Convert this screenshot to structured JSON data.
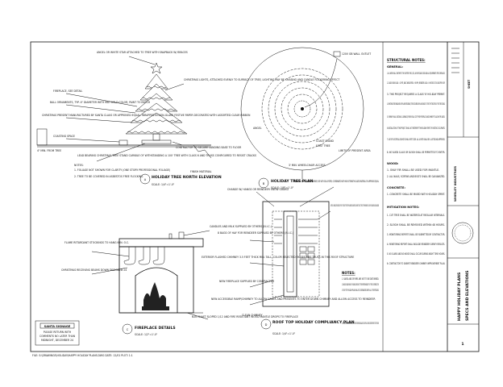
{
  "tree_callouts": [
    "ANGEL OR WHITE STAR ATTACHED TO TREE WITH SNAPBACK W/ BRACES",
    "CHRISTMAS LIGHTS, ATTACHED EVENLY TO SURFACE OF TREE, LIGHTING MAY BE CHASING AND CANDLE FLICKERING EFFECT",
    "FIREPLACE, SEE DETAIL",
    "BALL ORNAMENTS, TYP. 4\" DIAMETER WITH MAT GOLD COLOR, PAINT TO MATCH",
    "CHRISTMAS PRESENT MANUFACTURED BY SANTA CLAUS OR APPROVED EQUAL. WRAPPED IN NON-GLARE FESTIVE PAPER DECORATED WITH ASSORTED CLEAR RIBBON",
    "COASTING SPACE",
    "4\" MIN. FROM TREE",
    "CONTRACTOR TO SECURE LANDING BASE TO FLOOR",
    "LEAD BEARING CHRISTMAS TREE STAND CAPABLE OF WITHSTANDING A 100' TREE WITH CLASS 6 AND TRUSS CONFIGURED TO RESIST CRACKS",
    "FINISH MATERIAL",
    "NOTES:",
    "1. FOLIAGE NOT SHOWN FOR CLARITY (ONE STORY PROFESSIONAL FOLIAGE)",
    "2. TREE TO BE COVERED IN ASBESTOS FREE FLOCKING"
  ],
  "tree_elevation": {
    "num": "A",
    "title": "HOLIDAY TREE NORTH ELEVATION",
    "scale": "SCALE: 1/4\"=1'-0\""
  },
  "plan_callouts": [
    "120V GB WALL OUTLET",
    "ANGEL",
    "COAST STAND",
    "FIRST TREE",
    "LIMITS OF PRESENT AREA",
    "3' MIN. WHEELCHAIR ACCESS"
  ],
  "tree_plan": {
    "num": "B",
    "title": "HOLIDAY TREE PLAN",
    "scale": "SCALE: 1/8\"=1'-0\""
  },
  "fireplace_callouts": [
    "FLAME RETARDANT STOCKINGS TO HANG 6 IN. O.C.",
    "CANDLES AND MILK SUPPLIED BY OTHERS (N.I.C.)",
    "CHRISTMAS RECEIVING BEAMS DOWN DESIGNED 24"
  ],
  "fireplace_detail": {
    "num": "C",
    "title": "FIREPLACE DETAILS",
    "scale": "SCALE: 1/2\"=1'-0\""
  },
  "fireplace_note": "N2N SHAFT SLOPED 1/12 AND FIRE RESISTANT WOOD MANTLE DROPS TO FIREPLACE",
  "chimney_callouts": [
    "PRIMARY SLEIGH CONTAINMENT BARRIER, SEE WITH SEAL SYSTEM, COORDINATED WITH HIGH STRENGTH GLAZED MATERIAL OR APPROVED EQUAL",
    "CHANGE W/ HANGS OR REINDEER SNOW GUARD",
    "LIMITS OF LANDING ZONE MIDDLE OF ROOF TO BE LEFT FREE WITH FLASHING TAN AND METAL ALPINE TILES OF TAPE AT THEM MARKINGS. FOLLOW FOR LANDING AND UNLOADING",
    "8 BAGS OF HAY FOR REINDEER SUPPLIED BY OTHERS (N.I.C.)",
    "EXTERIOR FLASHED CHIMNEY 3.5 FEET THICK MIN. TALL, COLOR SELECTED BY. SEE FIRE TRUSS IN THIS ROOF STRUCTURE",
    "NEW FIREPLACE SUPPLIED BY CONTRACTOR",
    "NEW ACCESSIBLE RAMP/CHIMNEY TO ALLOW SANTA AND PRESENTS TO ENTER DOWN CHIMNEY AND ALLOW ACCESS TO REINDEER",
    "CLEAN CHIMNEY"
  ],
  "roof_plan": {
    "num": "D",
    "title": "ROOF TOP HOLIDAY COMPLIANCY PLAN",
    "scale": "SCALE: 1/4\"=1'-0\""
  },
  "sign": {
    "title": "SANTA SIGNAGE",
    "lines": [
      "PLEASE RETURN WITH",
      "COMMENTS NO LATER THAN",
      "MIDNIGHT, DECEMBER 24"
    ]
  },
  "structural_notes": {
    "heading": "STRUCTURAL NOTES:",
    "sub": "GENERAL:",
    "items": [
      "1. ALL WORK SHALL CONFORM TO THE CHAPTER OF IBC, CBC, ANY APPLICABLE CODE AND ALL REQUIREMENTS FOR COMPLIANCE.",
      "2. LOADS: SNOW LOAD = 20 PSF, BASIC WIND SPEED = 90 MPH, REINDEER LOAD = 8 HOOVES AT 300 LBS PER HOOF",
      "3. THIS PROJECT REQUIRES A CLASS 'B' HOLIDAY PERMIT.",
      "4. CHRISTMAS TREE BRANCHES WITH FLAME RETARDANT, TREE SECURED WITH ANCHORAGE TO THE TOP STRUCTURE OF THE TREE STAND.",
      "5. CHIMNEY SHALL SUSTAIN A CLEARANCE, REMOVE ALL SOOT FROM FIREPLACE AND CHIMNEY TO ALLOW FOR SANTA.",
      "6. INSTALLATION OF THIS PROJECT SHALL NOT INTERRUPT THE HOLIDAY SPIRIT OF EXISTING OCCUPANTS.",
      "7. USE OF ELECTRICAL DEVICES SHALL MEET CODE. ALL LIGHTS SHALL BE UL LISTED AND APPROVED.",
      "8. NO SANTA CLAUS OR SLEIGH SHALL BE PERMITTED TO ENTER."
    ],
    "wood_heading": "WOOD:",
    "wood": [
      "1. ONLY FIR SHALL BE USED FOR MANTLE.",
      "2. ALL NAILS, SCREWS AND BOLTS SHALL BE GALVANIZED."
    ],
    "concrete_heading": "CONCRETE:",
    "concrete": [
      "1. CONCRETE SHALL BE MIXED WITH HOLIDAY SPIRIT."
    ],
    "mitigation_heading": "MITIGATION NOTES:",
    "mitigation": [
      "1. CUT TREE SHALL BE WATERED AT REGULAR INTERVALS.",
      "2. SLEIGH SHALL BE REMOVED WITHIN 48 HOURS.",
      "3. MONITORING REPORT SHALL BE SUBMITTED BY CONTRACTOR.",
      "4. MONITORING REPORT SHALL INCLUDE REINDEER SURVEY RESULTS.",
      "5. NO GLARE AND NO NOISE SHALL OCCUR DURING NIGHT TIME HOURS.",
      "6. CONTRACTOR TO SUBMIT REINDEER CHIMNEY IMPROVEMENT PLAN."
    ]
  },
  "mid_notes": {
    "heading": "NOTES:",
    "items": [
      "1. SANTA AND OTHERS ARE NOT TO BE DISTURBED.",
      "2. SNACKS AND MILK FOR SANTA ARE NOT THE RESPONSIBILITY OF THE CONTRACTOR.",
      "3. ROOF TOP HOLIDAY PLAN SHALL BE COORDINATED WITH ALL OTHER TRADES."
    ]
  },
  "bottom_note": "NOTE: LOCATION OF EXISTING STRUCTURES ARE FROM THE BEST INFORMATION AVAILABLE. FIELD VERIFY ALL EXISTING CONDITIONS PRIOR TO START OF WORK.",
  "title_block": {
    "project": "HAPPY HOLIDAY PLANS",
    "sheet_title": "SPECS AND ELEVATIONS",
    "firm": "WHIRLEY INDUSTRIES",
    "sheet_number": "1"
  },
  "footer_path": "FILE: S:\\DRAWINGS\\HOLIDAY\\HAPPY HOLIDAY PLANS.DWG  DATE: 12/01  PLOT: 1:1"
}
